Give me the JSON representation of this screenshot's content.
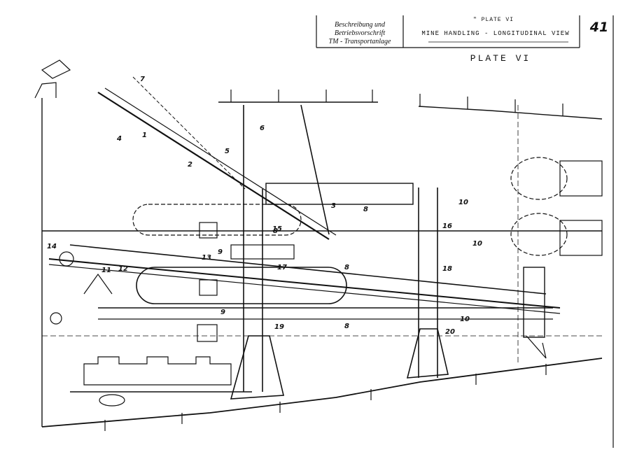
{
  "title_block": {
    "description_lines": [
      "Beschreibung und",
      "Betriebsvorschrift",
      "TM - Transportanlage"
    ],
    "plate_small": "\" PLATE  VI",
    "view_title": "MINE HANDLING - LONGITUDINAL VIEW",
    "sheet_number": "41",
    "plate_label": "PLATE  VI"
  },
  "callouts": [
    "1",
    "2",
    "3",
    "4",
    "5",
    "6",
    "7",
    "8",
    "8",
    "8",
    "8",
    "9",
    "9",
    "10",
    "10",
    "10",
    "11",
    "12",
    "13",
    "14",
    "15",
    "16",
    "17",
    "18",
    "19",
    "20"
  ],
  "colors": {
    "ink": "#111111",
    "paper": "#ffffff"
  }
}
